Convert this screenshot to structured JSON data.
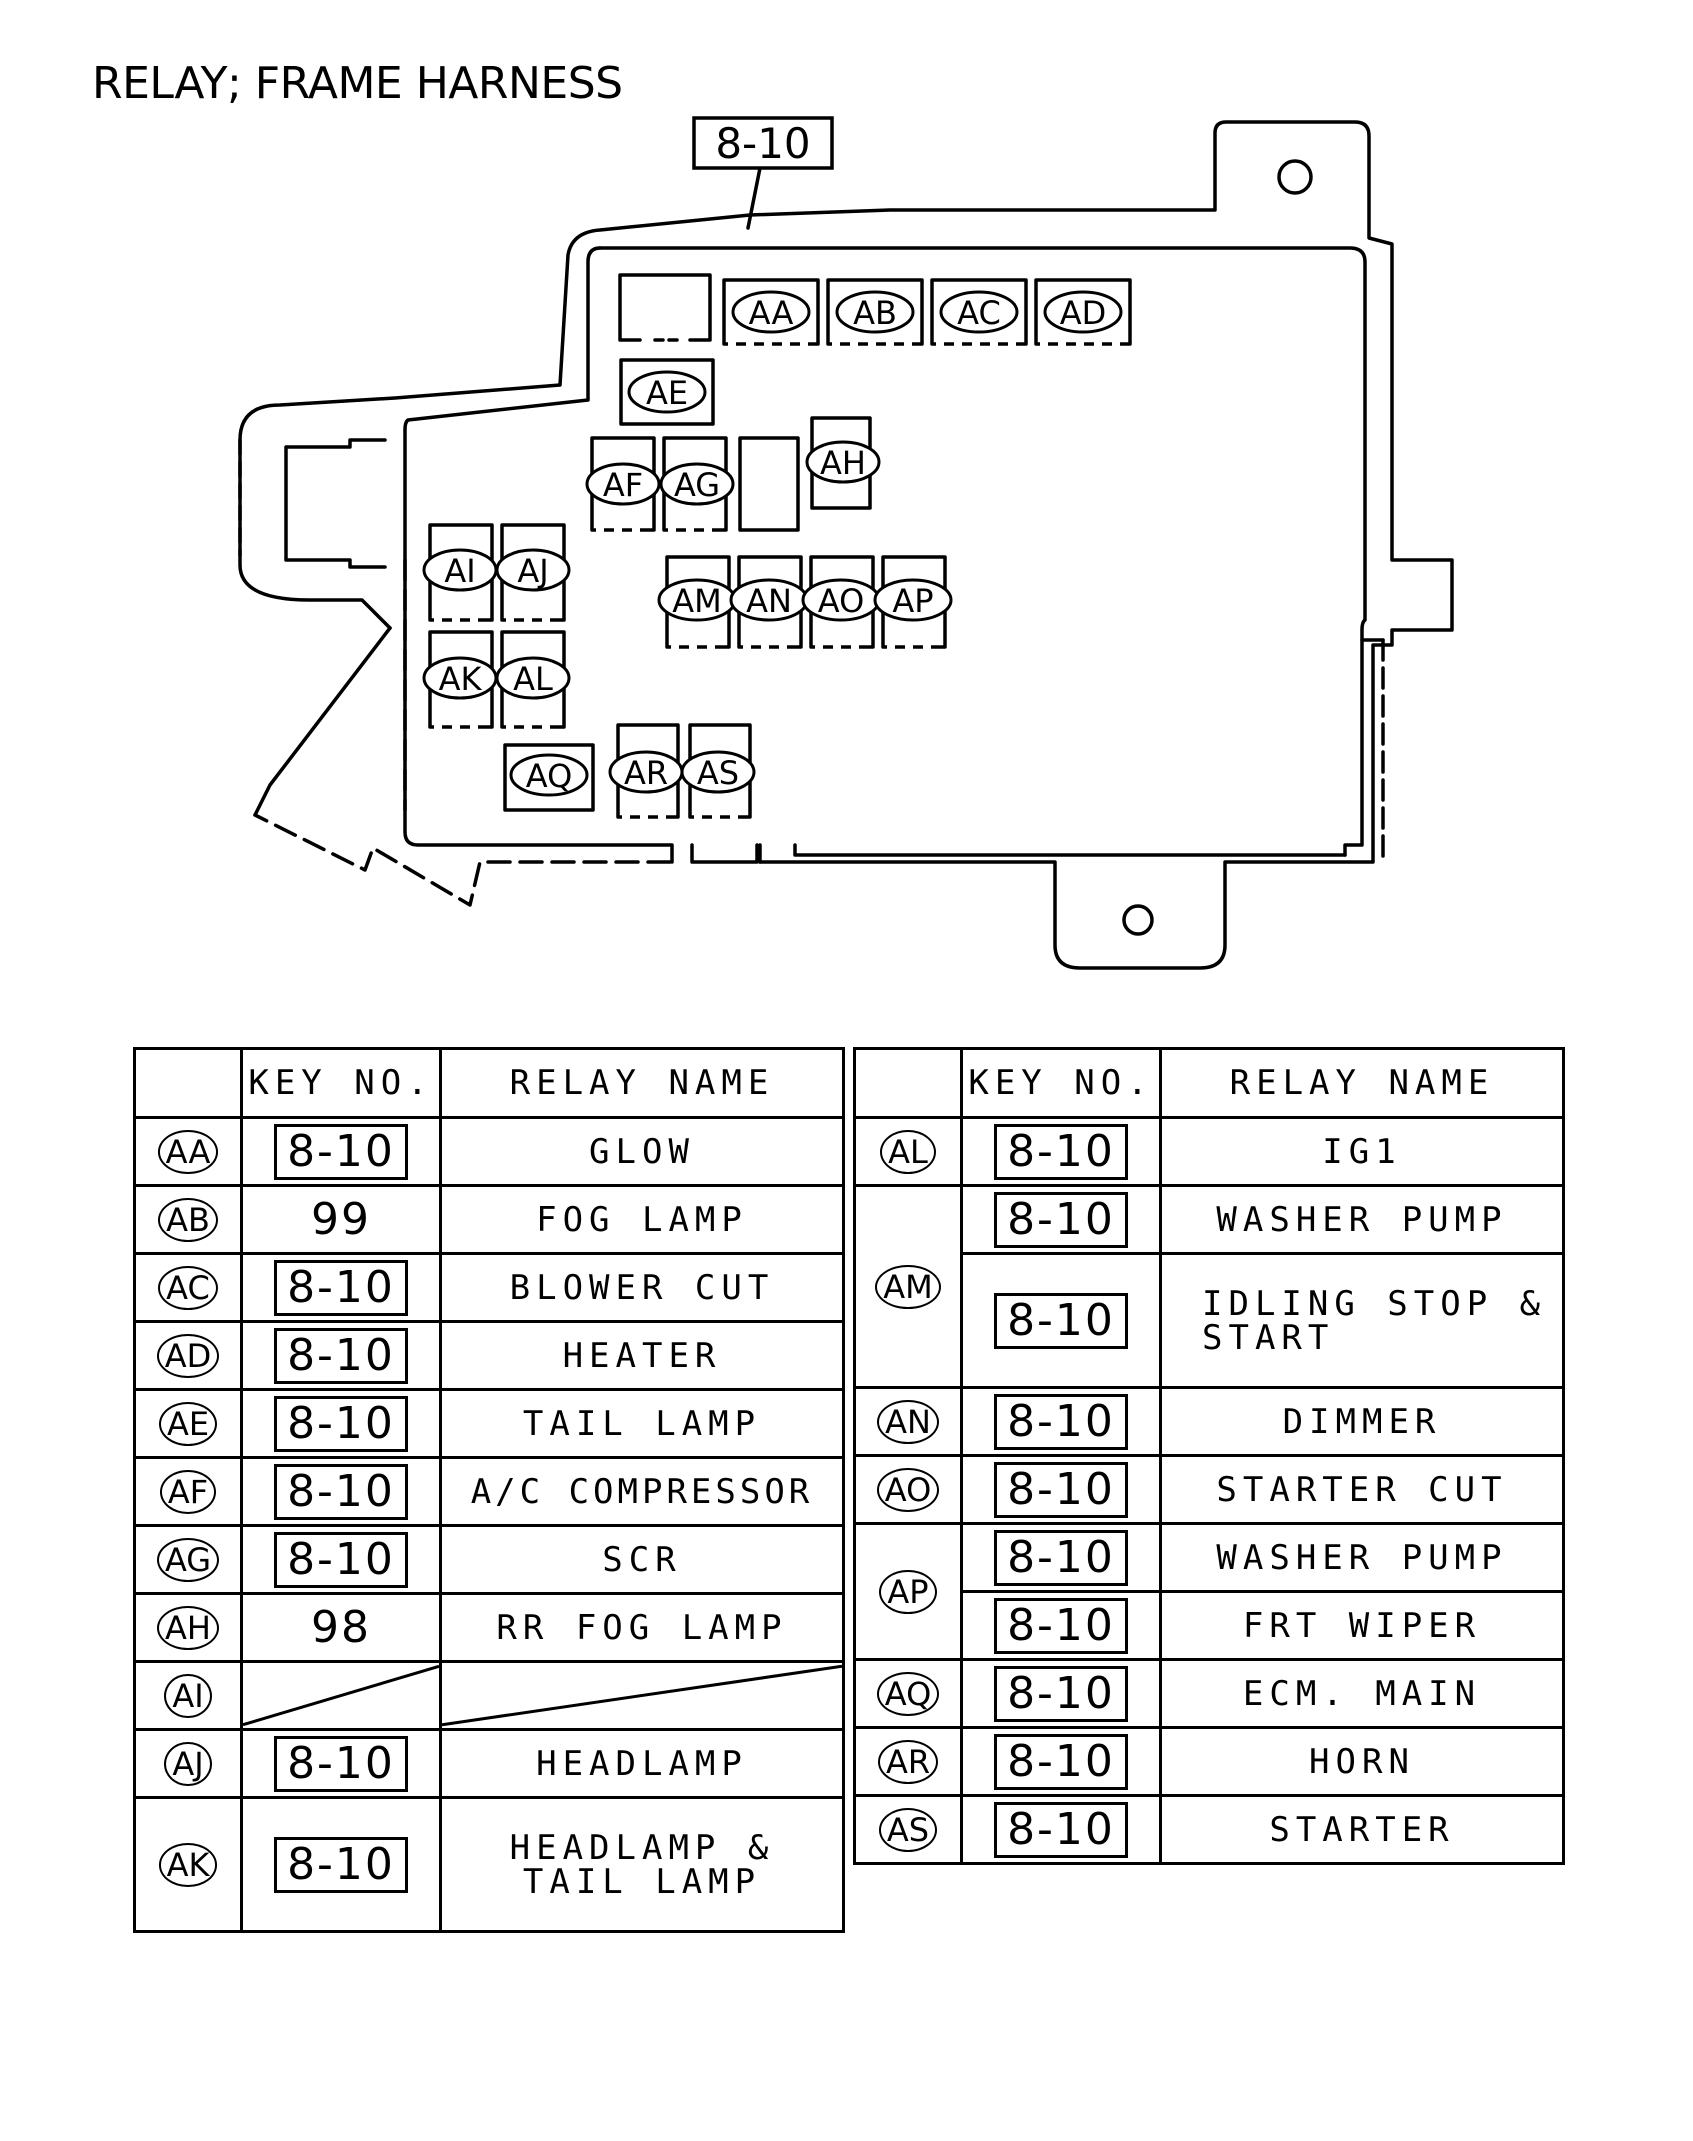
{
  "title": "RELAY; FRAME HARNESS",
  "diagram": {
    "top_key": "8-10",
    "relay_labels": [
      "AA",
      "AB",
      "AC",
      "AD",
      "AE",
      "AF",
      "AG",
      "AH",
      "AI",
      "AJ",
      "AK",
      "AL",
      "AM",
      "AN",
      "AO",
      "AP",
      "AQ",
      "AR",
      "AS"
    ]
  },
  "table_headers": {
    "key_no": "KEY NO.",
    "relay_name": "RELAY NAME"
  },
  "left_table": [
    {
      "code": "AA",
      "key": "8-10",
      "boxed": true,
      "name": "GLOW"
    },
    {
      "code": "AB",
      "key": "99",
      "boxed": false,
      "name": "FOG LAMP"
    },
    {
      "code": "AC",
      "key": "8-10",
      "boxed": true,
      "name": "BLOWER CUT"
    },
    {
      "code": "AD",
      "key": "8-10",
      "boxed": true,
      "name": "HEATER"
    },
    {
      "code": "AE",
      "key": "8-10",
      "boxed": true,
      "name": "TAIL LAMP"
    },
    {
      "code": "AF",
      "key": "8-10",
      "boxed": true,
      "name": "A/C COMPRESSOR"
    },
    {
      "code": "AG",
      "key": "8-10",
      "boxed": true,
      "name": "SCR"
    },
    {
      "code": "AH",
      "key": "98",
      "boxed": false,
      "name": "RR FOG LAMP"
    },
    {
      "code": "AI",
      "key": "",
      "boxed": false,
      "name": ""
    },
    {
      "code": "AJ",
      "key": "8-10",
      "boxed": true,
      "name": "HEADLAMP"
    },
    {
      "code": "AK",
      "key": "8-10",
      "boxed": true,
      "name_line1": "HEADLAMP &",
      "name_line2": "TAIL LAMP"
    }
  ],
  "right_table": [
    {
      "code": "AL",
      "key": "8-10",
      "name": "IG1"
    },
    {
      "code": "AM",
      "key": "8-10",
      "name": "WASHER PUMP"
    },
    {
      "code": "",
      "key": "8-10",
      "name_line1": "IDLING STOP &",
      "name_line2": "START"
    },
    {
      "code": "AN",
      "key": "8-10",
      "name": "DIMMER"
    },
    {
      "code": "AO",
      "key": "8-10",
      "name": "STARTER CUT"
    },
    {
      "code": "AP",
      "key": "8-10",
      "name": "WASHER PUMP"
    },
    {
      "code": "",
      "key": "8-10",
      "name": "FRT WIPER"
    },
    {
      "code": "AQ",
      "key": "8-10",
      "name": "ECM. MAIN"
    },
    {
      "code": "AR",
      "key": "8-10",
      "name": "HORN"
    },
    {
      "code": "AS",
      "key": "8-10",
      "name": "STARTER"
    }
  ]
}
